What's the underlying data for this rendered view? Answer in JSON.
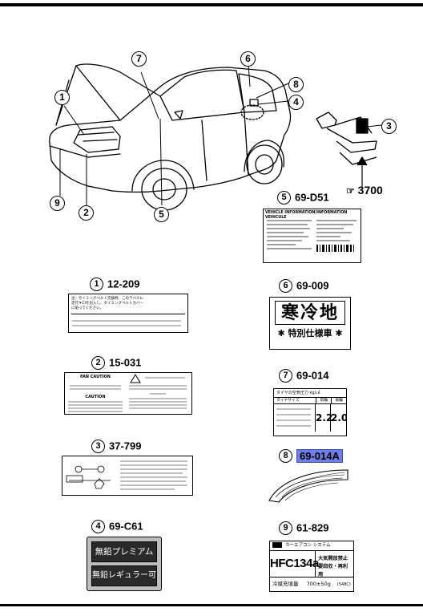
{
  "callouts": [
    {
      "num": "1",
      "code": "12-209"
    },
    {
      "num": "2",
      "code": "15-031"
    },
    {
      "num": "3",
      "code": "37-799"
    },
    {
      "num": "4",
      "code": "69-C61"
    },
    {
      "num": "5",
      "code": "69-D51"
    },
    {
      "num": "6",
      "code": "69-009"
    },
    {
      "num": "7",
      "code": "69-014"
    },
    {
      "num": "8",
      "code": "69-014A"
    },
    {
      "num": "9",
      "code": "61-829"
    }
  ],
  "ref_code": "3700",
  "car_markers": [
    "1",
    "2",
    "3",
    "4",
    "5",
    "6",
    "7",
    "8",
    "9"
  ],
  "labels": {
    "l5_title": "VEHICLE INFORMATION/INFORMATION VEHICULE",
    "l6_main": "寒冷地",
    "l6_sub": "特別仕様車",
    "l6_star": "✱",
    "l7_header": "タイヤの空気圧力 kg/㎠",
    "l7_col": "タイヤサイズ",
    "l7_front": "前輪",
    "l7_rear": "後輪",
    "l7_front_val": "2.2",
    "l7_rear_val": "2.0",
    "l1_line1": "注：タイミングベルト交換時、このラベルに",
    "l1_line2": "走行キロを記入し、タイミングベルトカバー",
    "l1_line3": "に貼ってください。",
    "l2_fan": "FAN CAUTION",
    "l2_caution": "CAUTION",
    "l4_line1": "無鉛プレミアム",
    "l4_line2": "無鉛レギュラー可",
    "l9_head": "カーエアコン システム",
    "l9_ref": "HFC134a",
    "l9_warn1": "大気開放禁止",
    "l9_warn2": "要回収・再利用",
    "l9_amount_label": "冷媒充填量",
    "l9_amount": "700±50g",
    "l9_code": "(548C)"
  }
}
